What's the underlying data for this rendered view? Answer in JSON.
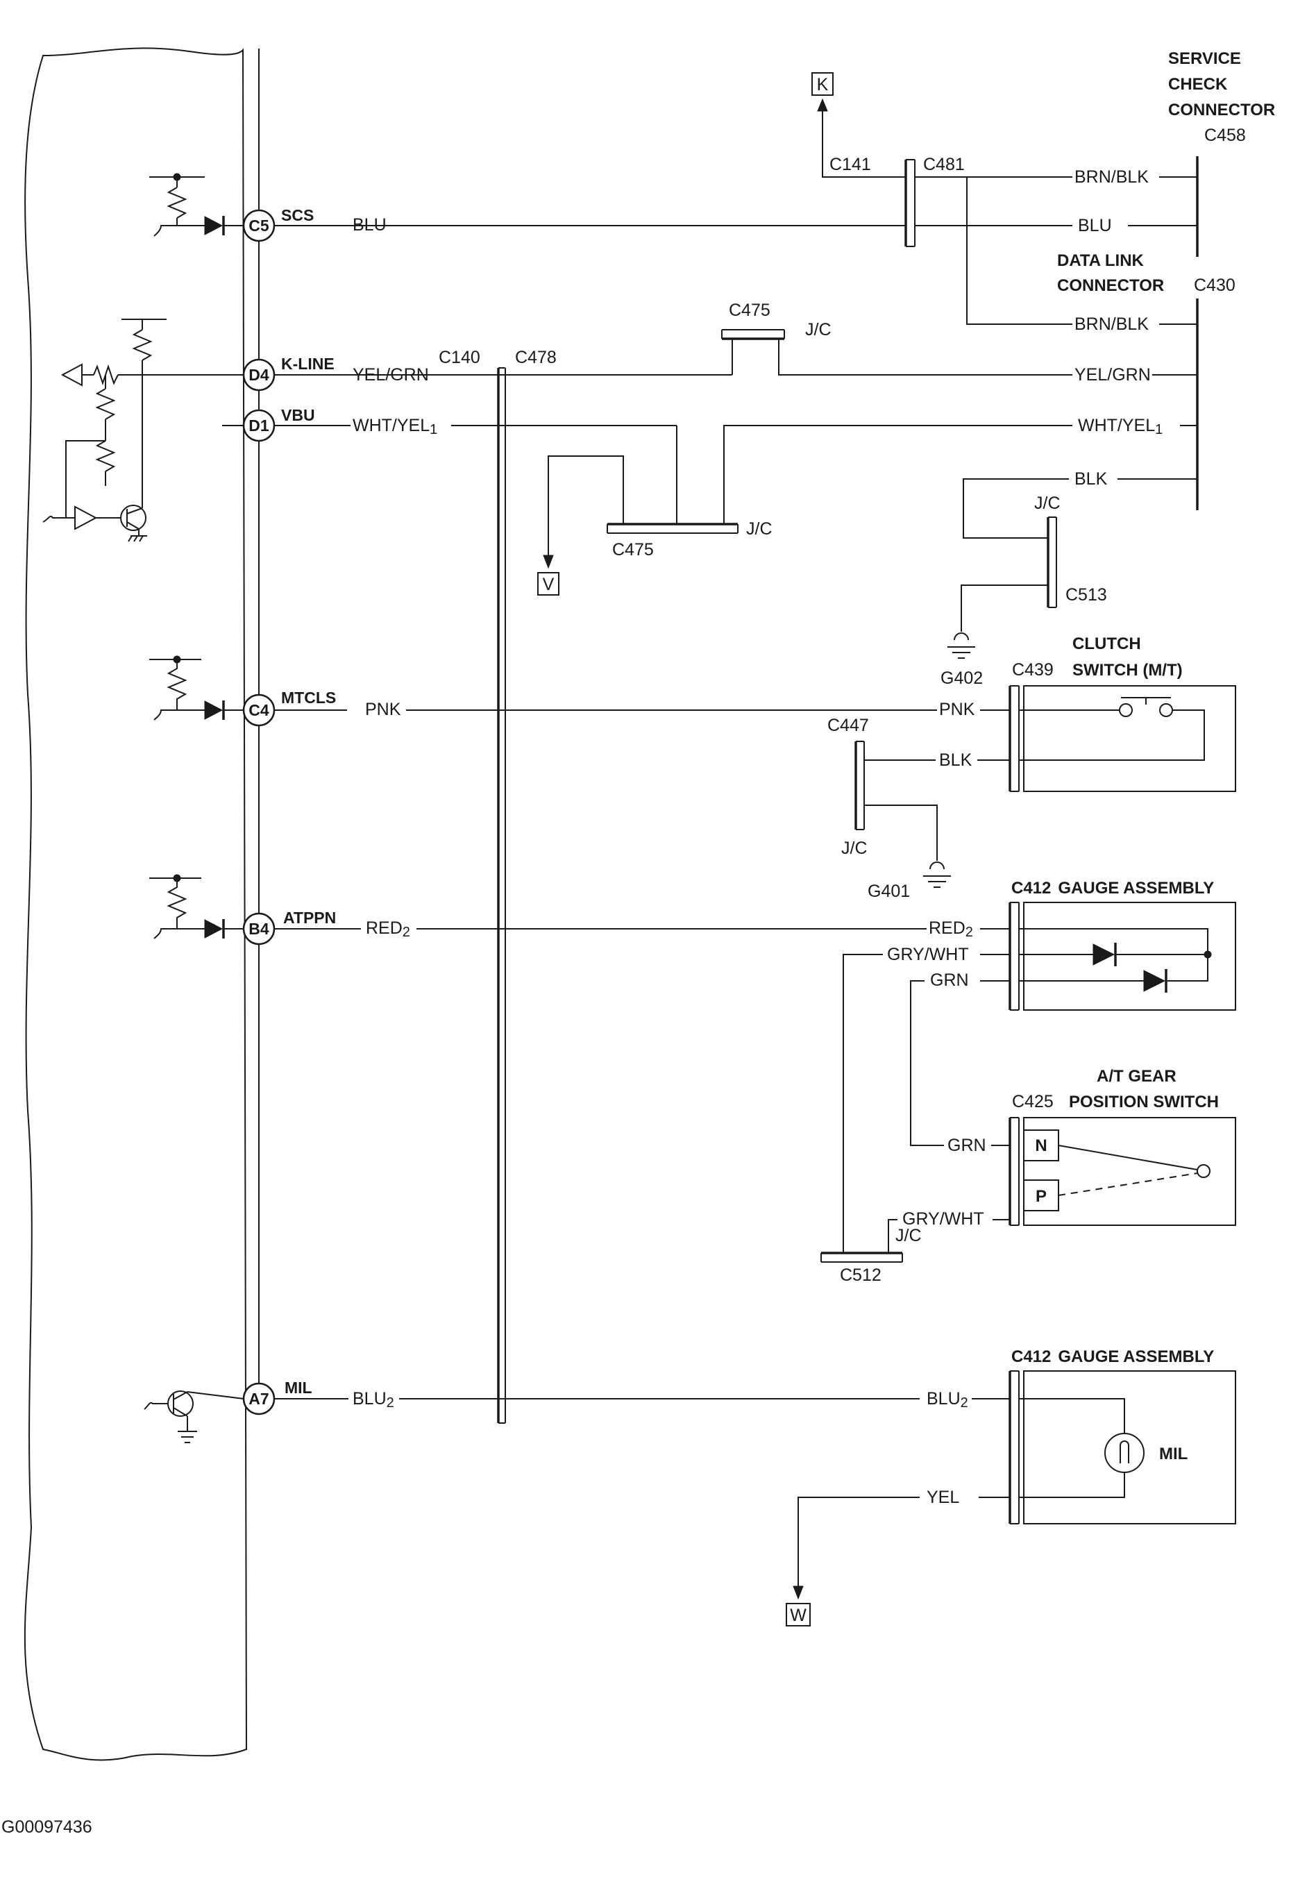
{
  "figure_id": "G00097436",
  "ecm_pins": {
    "c5": {
      "pin": "C5",
      "name": "SCS"
    },
    "d4": {
      "pin": "D4",
      "name": "K-LINE"
    },
    "d1": {
      "pin": "D1",
      "name": "VBU"
    },
    "c4": {
      "pin": "C4",
      "name": "MTCLS"
    },
    "b4": {
      "pin": "B4",
      "name": "ATPPN"
    },
    "a7": {
      "pin": "A7",
      "name": "MIL"
    }
  },
  "wires": {
    "scs": "BLU",
    "kline": "YEL/GRN",
    "vbu_main": "WHT/YEL",
    "vbu_sub": "1",
    "mtcls": "PNK",
    "atppn_main": "RED",
    "atppn_sub": "2",
    "mil_main": "BLU",
    "mil_sub": "2",
    "brn_blk": "BRN/BLK",
    "blu": "BLU",
    "blk": "BLK",
    "gry_wht": "GRY/WHT",
    "grn": "GRN",
    "yel": "YEL"
  },
  "connectors": {
    "c141": "C141",
    "c481": "C481",
    "c140": "C140",
    "c478": "C478",
    "c475": "C475",
    "c513": "C513",
    "c447": "C447",
    "c512": "C512",
    "c458": "C458",
    "c430": "C430",
    "c439": "C439",
    "c412": "C412",
    "c425": "C425",
    "jc": "J/C"
  },
  "grounds": {
    "g402": "G402",
    "g401": "G401"
  },
  "refs": {
    "k": "K",
    "v": "V",
    "w": "W"
  },
  "components": {
    "service_check": [
      "SERVICE",
      "CHECK",
      "CONNECTOR"
    ],
    "data_link": [
      "DATA  LINK",
      "CONNECTOR"
    ],
    "clutch": [
      "CLUTCH",
      "SWITCH (M/T)"
    ],
    "gauge": "GAUGE ASSEMBLY",
    "gear": [
      "A/T GEAR",
      "POSITION SWITCH"
    ],
    "gear_n": "N",
    "gear_p": "P",
    "mil_bulb": "MIL"
  }
}
